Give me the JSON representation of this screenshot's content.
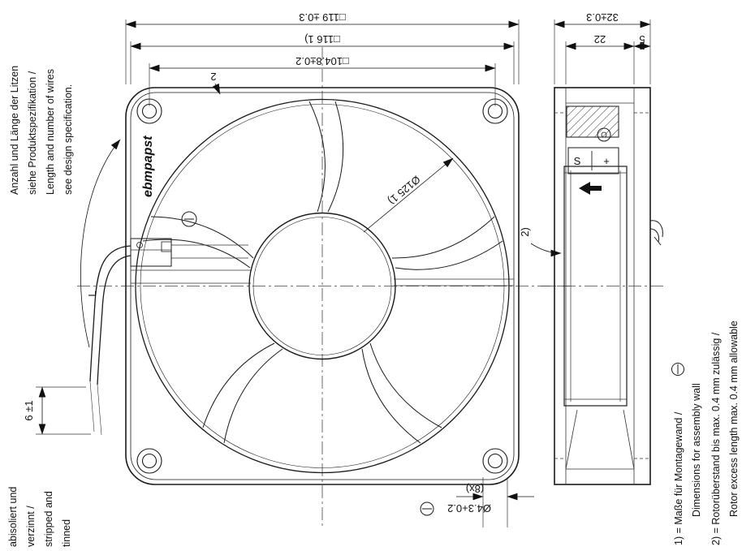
{
  "left_note": {
    "lines": [
      "Anzahl und Länge der Litzen",
      "siehe Produktspezifikation /",
      "Length and number of wires",
      "see design specification."
    ]
  },
  "front_view": {
    "logo": "ebmpapst",
    "dims": {
      "outer_square": "□119 ±0.3",
      "wall_square": "□116 1)",
      "hole_spacing": "□104.8±0.2",
      "flange_thickness": "2",
      "venturi_diameter": "Ø125 1)",
      "hole_count": "(8x)",
      "hole_diameter": "Ø4.3+0.2",
      "wire_length": "L",
      "strip_length": "6 ±1"
    },
    "strip_note_lines": [
      "abisoliert und",
      "verzinnt /",
      "stripped and",
      "tinned"
    ]
  },
  "side_view": {
    "dims": {
      "depth": "32±0.3",
      "body": "22",
      "flange": "5"
    },
    "ref": "2)",
    "terminal": {
      "s": "S",
      "plus": "+"
    }
  },
  "footnotes": {
    "lines": [
      "1) = Maße für Montagewand /",
      "Dimensions for assembly wall",
      "2) = Rotorüberstand bis max. 0.4 mm zulässig /",
      "Rotor excess length max. 0.4 mm allowable"
    ]
  },
  "symbols": {
    "circled_minus": "⊖"
  }
}
